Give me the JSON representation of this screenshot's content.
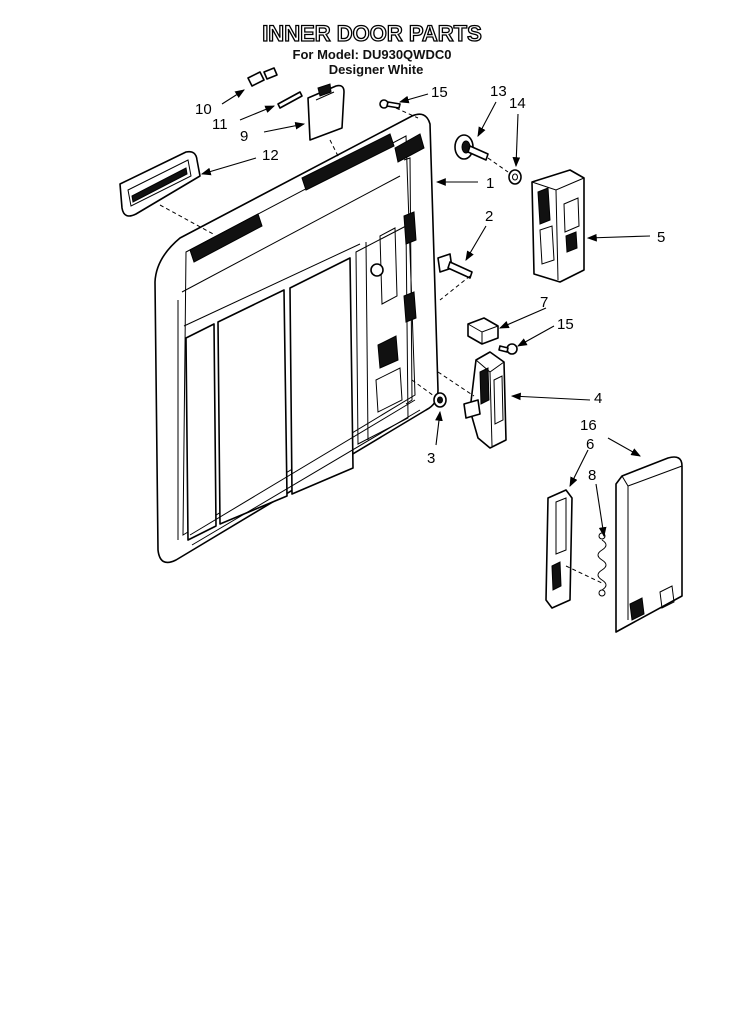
{
  "header": {
    "title": "INNER DOOR PARTS",
    "model_line": "For Model: DU930QWDC0",
    "color_line": "Designer White"
  },
  "callouts": [
    "1",
    "2",
    "3",
    "4",
    "5",
    "6",
    "7",
    "8",
    "9",
    "10",
    "11",
    "12",
    "13",
    "14",
    "15",
    "15",
    "16"
  ]
}
